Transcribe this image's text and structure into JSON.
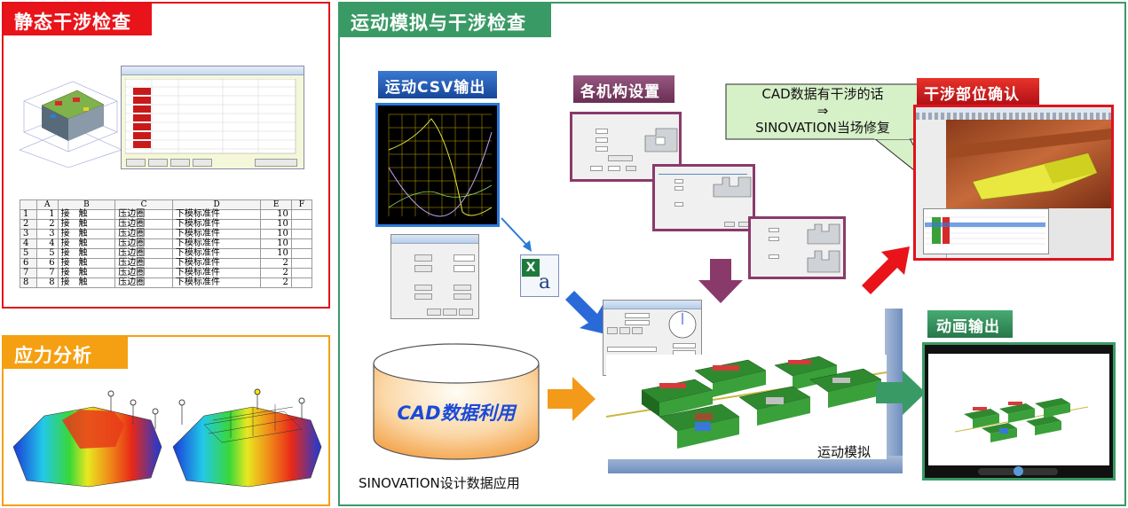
{
  "static_section": {
    "title": "静态干涉检查",
    "title_color": "#e8141a",
    "spreadsheet": {
      "columns": [
        "",
        "A",
        "B",
        "C",
        "D",
        "E",
        "F"
      ],
      "rows": [
        [
          "1",
          "1",
          "接　触",
          "压边圈",
          "下模标准件",
          "10",
          ""
        ],
        [
          "2",
          "2",
          "接　触",
          "压边圈",
          "下模标准件",
          "10",
          ""
        ],
        [
          "3",
          "3",
          "接　触",
          "压边圈",
          "下模标准件",
          "10",
          ""
        ],
        [
          "4",
          "4",
          "接　触",
          "压边圈",
          "下模标准件",
          "10",
          ""
        ],
        [
          "5",
          "5",
          "接　触",
          "压边圈",
          "下模标准件",
          "10",
          ""
        ],
        [
          "6",
          "6",
          "接　触",
          "压边圈",
          "下模标准件",
          "2",
          ""
        ],
        [
          "7",
          "7",
          "接　触",
          "压边圈",
          "下模标准件",
          "2",
          ""
        ],
        [
          "8",
          "8",
          "接　触",
          "压边圈",
          "下模标准件",
          "2",
          ""
        ]
      ]
    }
  },
  "stress_section": {
    "title": "应力分析",
    "title_color": "#f5a012"
  },
  "motion_section": {
    "title": "运动模拟与干涉检查",
    "title_color": "#3a9a66",
    "csv_label": "运动CSV输出",
    "mechanism_label": "各机构设置",
    "callout_line1": "CAD数据有干涉的话",
    "callout_arrow": "⇒",
    "callout_line2": "SINOVATION当场修复",
    "confirm_label": "干涉部位确认",
    "animation_label": "动画输出",
    "cad_cylinder_label": "CAD数据利用",
    "sinovation_caption": "SINOVATION设计数据应用",
    "motion_caption": "运动模拟",
    "excel_icon_letter": "a"
  },
  "colors": {
    "blue_label": "#1a5bb8",
    "purple_label": "#7a3a63",
    "red_label": "#d4131b",
    "green_label": "#3a9a66",
    "orange_arrow": "#f39a1a"
  }
}
